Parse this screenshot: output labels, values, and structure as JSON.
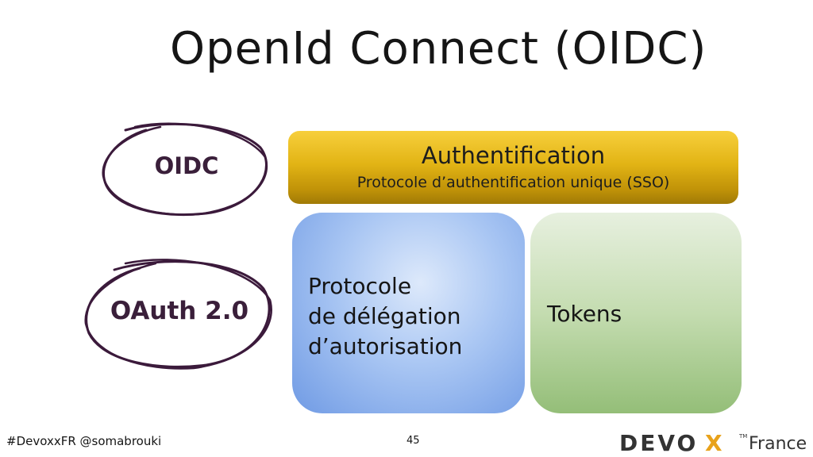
{
  "slide": {
    "title": "OpenId Connect (OIDC)",
    "footer_left": "#DevoxxFR @somabrouki",
    "page_number": "45"
  },
  "diagram": {
    "layers": [
      {
        "label": "OIDC",
        "icon": "hand-drawn-circle"
      },
      {
        "label": "OAuth 2.0",
        "icon": "hand-drawn-circle"
      }
    ],
    "authentication": {
      "title": "Authentification",
      "subtitle": "Protocole d’authentification unique (SSO)",
      "color": "#e2b415"
    },
    "delegation": {
      "lines": [
        "Protocole",
        "de délégation",
        "d’autorisation"
      ],
      "color": "#8fb2ec"
    },
    "tokens": {
      "label": "Tokens",
      "color": "#b9d5a4"
    }
  },
  "logo": {
    "devo": "DEVO",
    "x": "X",
    "tm": "TM",
    "france": "France",
    "accent": "#e8a21b"
  }
}
